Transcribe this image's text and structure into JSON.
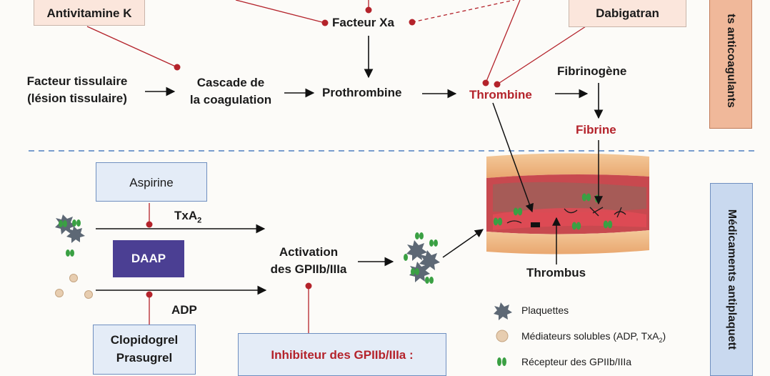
{
  "anticoag": {
    "antivitamine_k": "Antivitamine K",
    "dabigatran": "Dabigatran",
    "facteur_xa": "Facteur Xa",
    "facteur_tissulaire_1": "Facteur tissulaire",
    "facteur_tissulaire_2": "(lésion tissulaire)",
    "cascade_1": "Cascade de",
    "cascade_2": "la coagulation",
    "prothrombine": "Prothrombine",
    "thrombine": "Thrombine",
    "fibrinogene": "Fibrinogène",
    "fibrine": "Fibrine",
    "side_label": "ts anticoagulants"
  },
  "antiplaq": {
    "aspirine": "Aspirine",
    "txa_main": "TxA",
    "txa_sub": "2",
    "daap": "DAAP",
    "adp": "ADP",
    "clopidogrel": "Clopidogrel",
    "prasugrel": "Prasugrel",
    "activation_1": "Activation",
    "activation_2": "des GPIIb/IIIa",
    "inhibiteur": "Inhibiteur des GPIIb/IIIa :",
    "thrombus": "Thrombus",
    "side_label": "Médicaments antiplaquett"
  },
  "legend": {
    "plaquettes": "Plaquettes",
    "mediateurs_main": "Médiateurs solubles (ADP, TxA",
    "mediateurs_sub": "2",
    "mediateurs_end": ")",
    "recepteur": "Récepteur des GPIIb/IIIa"
  },
  "colors": {
    "red": "#b4232b",
    "salmon_tab": "#f0b89a",
    "blue_tab": "#c9d9ef",
    "daap_box": "#4b3f93",
    "divider": "#4f7fc0"
  }
}
